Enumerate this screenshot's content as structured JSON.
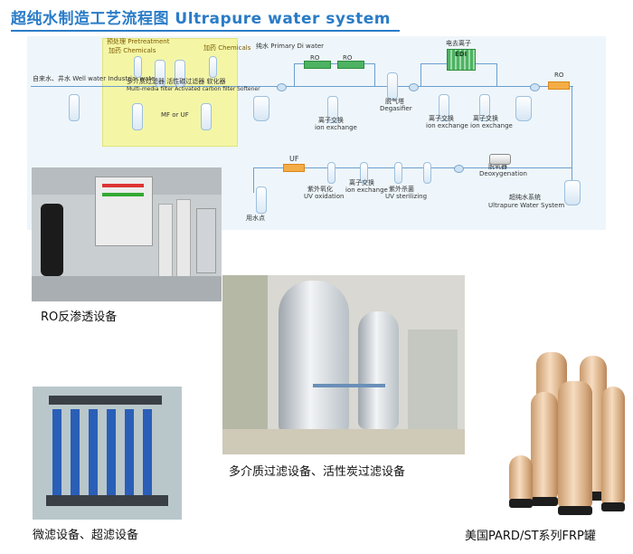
{
  "header": {
    "title": "超纯水制造工艺流程图 Ultrapure water system"
  },
  "diagram": {
    "source_label": "自来水、井水 Well water Industrial water",
    "pretreatment_label": "预处理 Pretreatment",
    "chemicals_label_1": "加药 Chemicals",
    "chemicals_label_2": "加药 Chemicals",
    "filters_label": "多介质过滤器 活性碳过滤器 软化器",
    "filters_en": "Multi-media filter Activated carbon filter Softener",
    "mf_uf_label": "MF or UF",
    "pure_label": "纯水 Primary Di water",
    "ro1": "RO",
    "ro2": "RO",
    "degasifier_cn": "脱气塔",
    "degasifier_en": "Degasifier",
    "ion_cn_1": "离子交换",
    "ion_en_1": "ion exchange",
    "ion_cn_2": "离子交换",
    "ion_en_2": "ion exchange",
    "ion_cn_3": "离子交换",
    "ion_en_3": "ion exchange",
    "edi_cn": "电去离子",
    "edi": "EDI",
    "ro3": "RO",
    "uf": "UF",
    "uv_ox_cn": "紫外氧化",
    "uv_ox_en": "UV oxidation",
    "ion_cn_4": "离子交换",
    "ion_en_4": "ion exchange",
    "uv_ster_cn": "紫外杀菌",
    "uv_ster_en": "UV sterilizing",
    "deoxy_cn": "脱氧器",
    "deoxy_en": "Deoxygenation",
    "system_cn": "超纯水系统",
    "system_en": "Ultrapure Water System",
    "use_point": "用水点"
  },
  "captions": {
    "ro": "RO反渗透设备",
    "multimedia": "多介质过滤设备、活性炭过滤设备",
    "micro": "微滤设备、超滤设备",
    "frp": "美国PARD/ST系列FRP罐"
  },
  "colors": {
    "accent": "#2a7cc7",
    "pretreatment_bg": "#f4f6a6",
    "ro_module": "#4db362",
    "uf_module": "#f4ad45"
  }
}
